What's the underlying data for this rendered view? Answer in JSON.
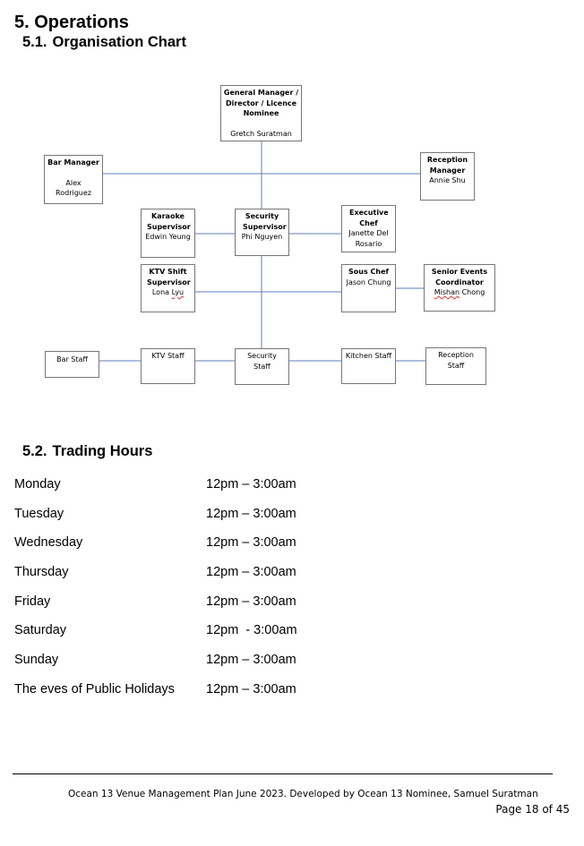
{
  "section": {
    "number": "5.",
    "title": "Operations"
  },
  "org_section": {
    "number": "5.1.",
    "title": "Organisation Chart"
  },
  "org_chart": {
    "nodes": [
      {
        "id": "gm",
        "role": "General Manager / Director / Licence Nominee",
        "name": "Gretch Suratman"
      },
      {
        "id": "bar_manager",
        "role": "Bar Manager",
        "name": "Alex Rodriguez"
      },
      {
        "id": "reception_manager",
        "role": "Reception Manager",
        "name": "Annie Shu"
      },
      {
        "id": "karaoke_supervisor",
        "role": "Karaoke Supervisor",
        "name": "Edwin Yeung"
      },
      {
        "id": "security_supervisor",
        "role": "Security Supervisor",
        "name": "Phi Nguyen"
      },
      {
        "id": "executive_chef",
        "role": "Executive Chef",
        "name": "Janette Del Rosario"
      },
      {
        "id": "ktv_shift_supervisor",
        "role": "KTV Shift Supervisor",
        "name_first": "Lona",
        "name_last": "Lyu"
      },
      {
        "id": "sous_chef",
        "role": "Sous Chef",
        "name": "Jason Chung"
      },
      {
        "id": "senior_events",
        "role": "Senior Events Coordinator",
        "name_first": "Mishan",
        "name_last": "Chong"
      },
      {
        "id": "bar_staff",
        "name": "Bar Staff"
      },
      {
        "id": "ktv_staff",
        "name": "KTV Staff"
      },
      {
        "id": "security_staff",
        "name": "Security Staff"
      },
      {
        "id": "kitchen_staff",
        "name": "Kitchen Staff"
      },
      {
        "id": "reception_staff",
        "name": "Reception Staff"
      }
    ]
  },
  "hours_section": {
    "number": "5.2.",
    "title": "Trading Hours"
  },
  "trading_hours": [
    {
      "day": "Monday",
      "hours": "12pm – 3:00am"
    },
    {
      "day": "Tuesday",
      "hours": "12pm – 3:00am"
    },
    {
      "day": "Wednesday",
      "hours": "12pm – 3:00am"
    },
    {
      "day": "Thursday",
      "hours": "12pm – 3:00am"
    },
    {
      "day": "Friday",
      "hours": "12pm – 3:00am"
    },
    {
      "day": "Saturday",
      "hours": "12pm  - 3:00am"
    },
    {
      "day": "Sunday",
      "hours": "12pm – 3:00am"
    },
    {
      "day": "The eves of Public Holidays",
      "hours": "12pm – 3:00am"
    }
  ],
  "footer": {
    "text": "Ocean 13 Venue Management Plan June 2023. Developed by Ocean 13 Nominee, Samuel Suratman",
    "page": "Page 18 of 45"
  }
}
